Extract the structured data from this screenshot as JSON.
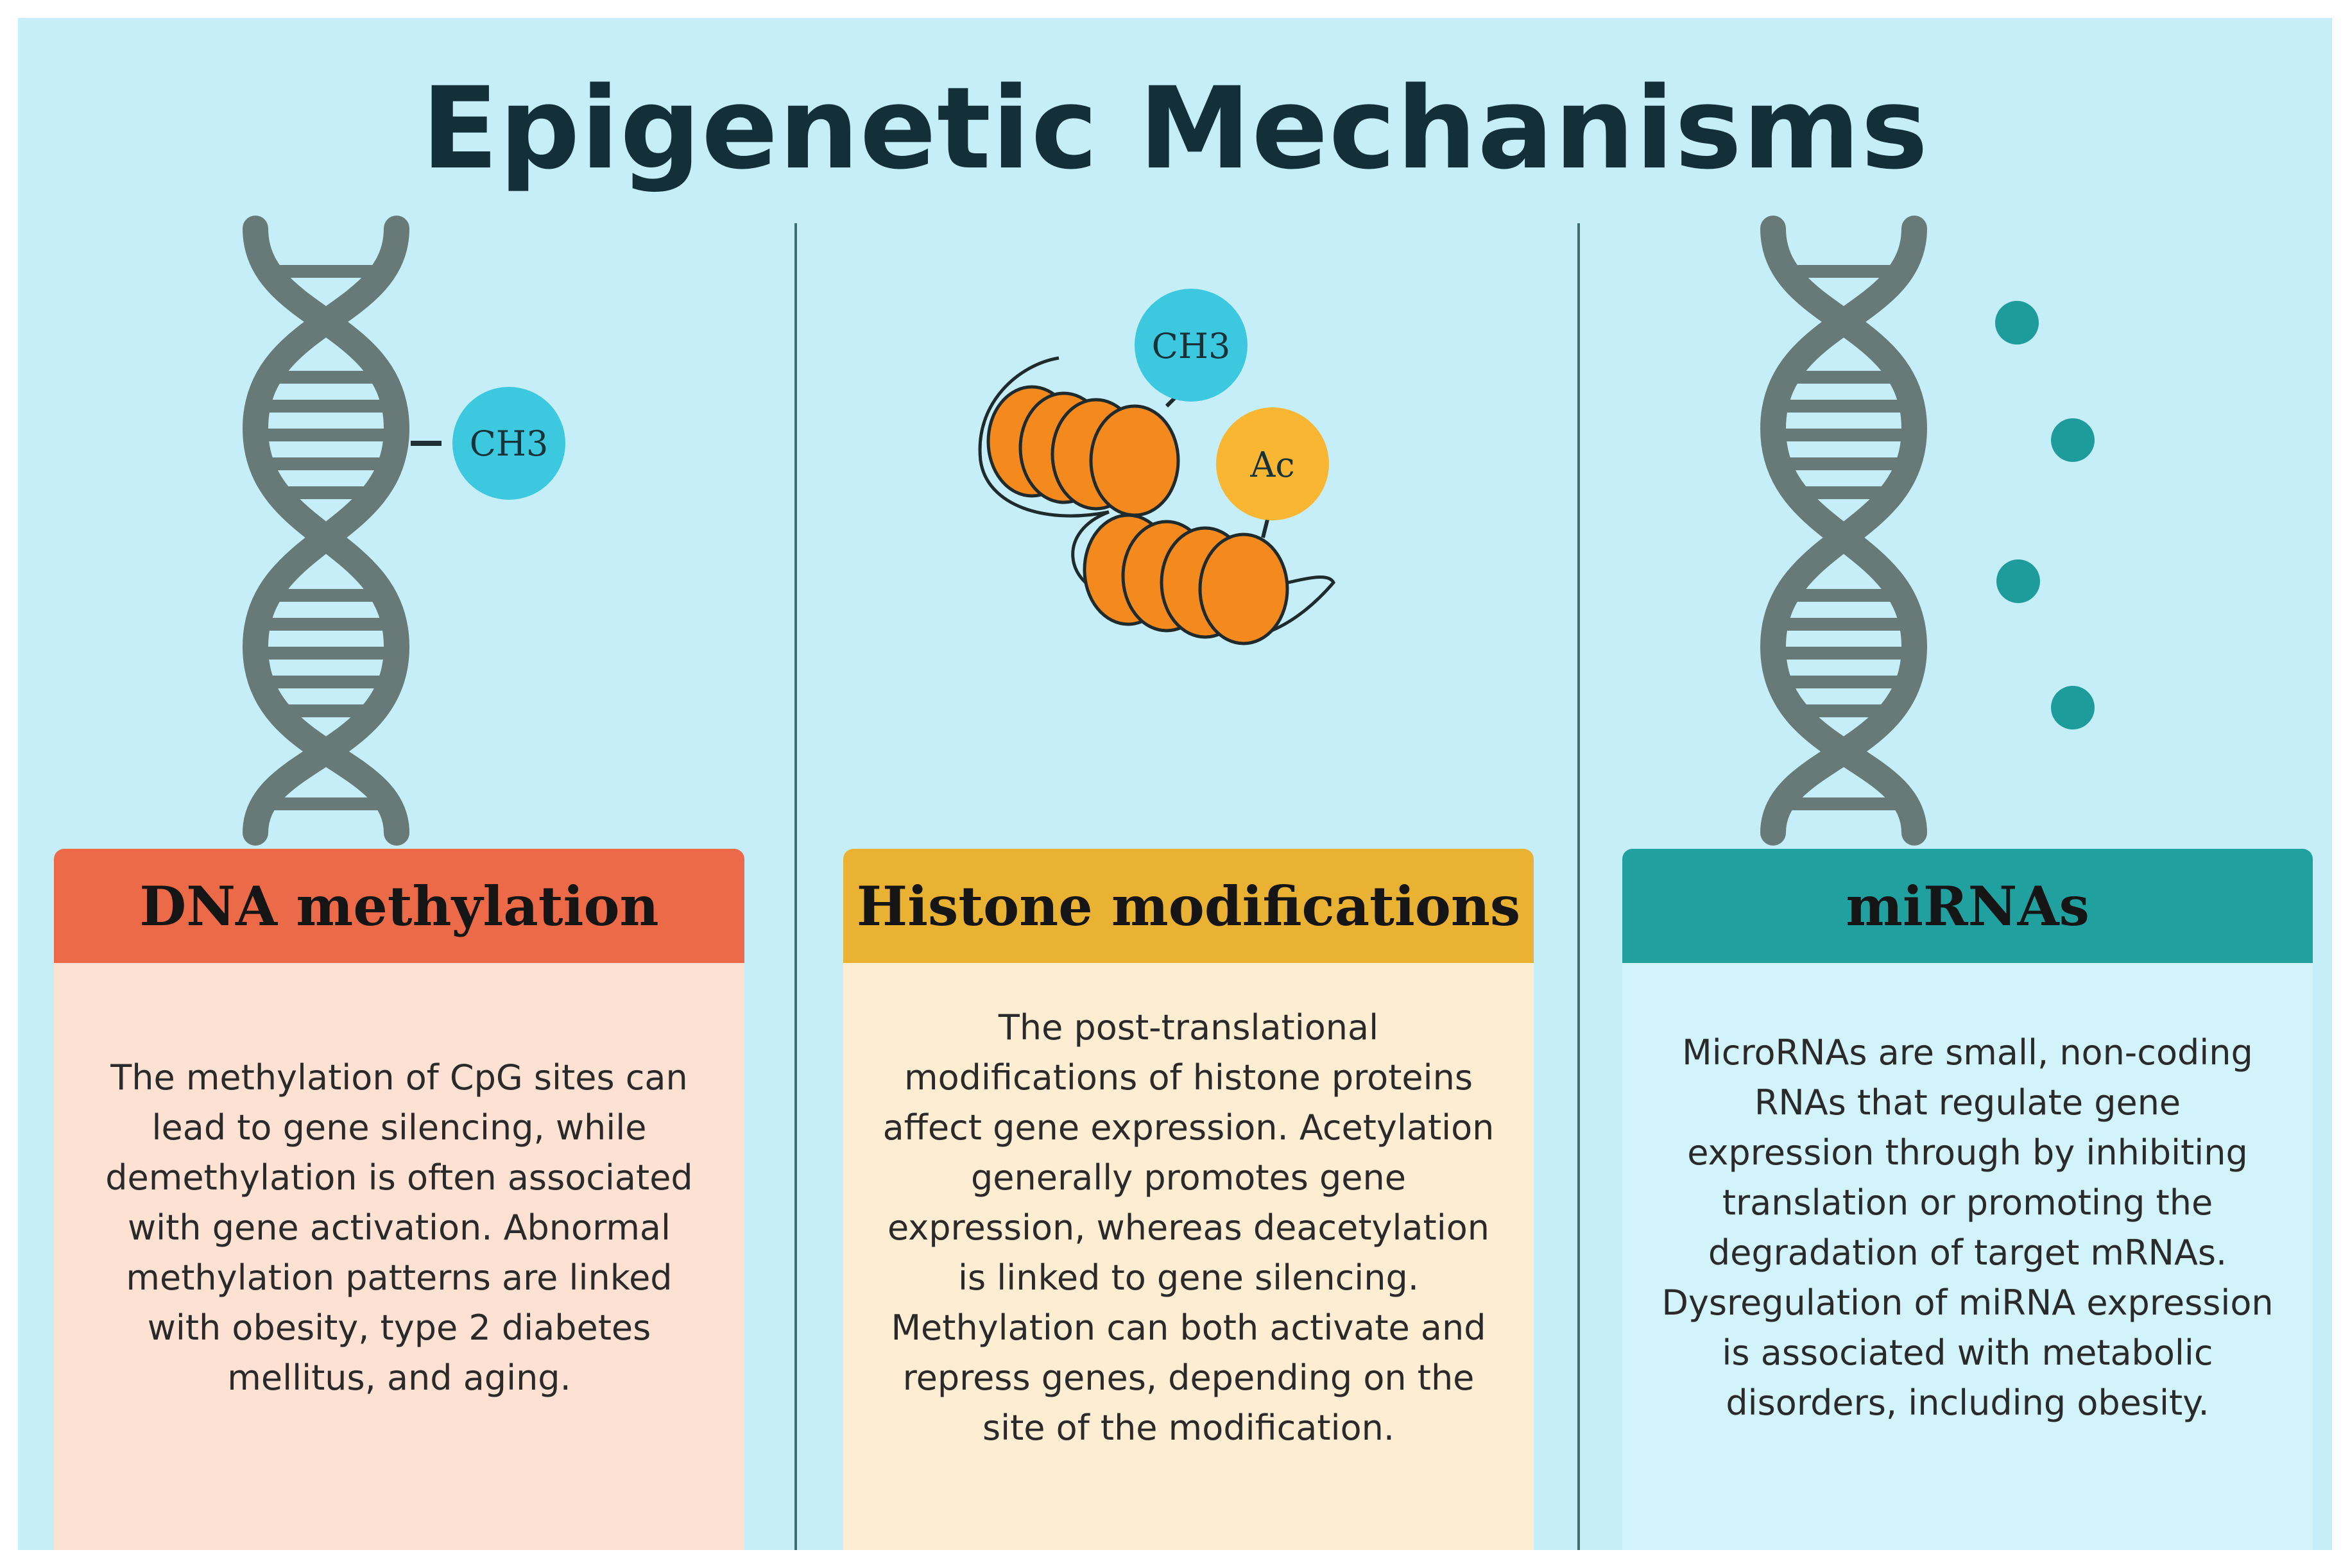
{
  "title": "Epigenetic Mechanisms",
  "colors": {
    "background": "#c6eef8",
    "dna_strand": "#687a78",
    "methyl_ball": "#3cc8de",
    "acetyl_ball": "#f8b632",
    "histone": "#f48a1e",
    "mirna_dot": "#1e9c9c"
  },
  "panels": [
    {
      "icon": "dna-helix-icon",
      "badge_label": "CH3",
      "title": "DNA methylation",
      "header_color": "#ec6a48",
      "body_color": "#fde2d4",
      "text": "The methylation of CpG sites can lead to gene silencing, while demethylation is often associated with gene activation. Abnormal methylation patterns are linked with obesity, type 2 diabetes mellitus, and aging."
    },
    {
      "icon": "nucleosome-icon",
      "badge_methyl": "CH3",
      "badge_acetyl": "Ac",
      "title": "Histone modifications",
      "header_color": "#eab232",
      "body_color": "#fdedd2",
      "text": "The post-translational modifications of histone proteins affect gene expression. Acetylation generally promotes gene expression, whereas deacetylation is linked to gene silencing. Methylation can both activate and repress genes, depending on the site of the modification."
    },
    {
      "icon": "dna-helix-icon",
      "dots": 4,
      "title": "miRNAs",
      "header_color": "#21a0a0",
      "body_color": "#d3f3fb",
      "text": "MicroRNAs are small, non-coding RNAs that regulate gene expression through by inhibiting translation or promoting the degradation of target mRNAs. Dysregulation of miRNA expression is associated with metabolic disorders, including obesity."
    }
  ]
}
